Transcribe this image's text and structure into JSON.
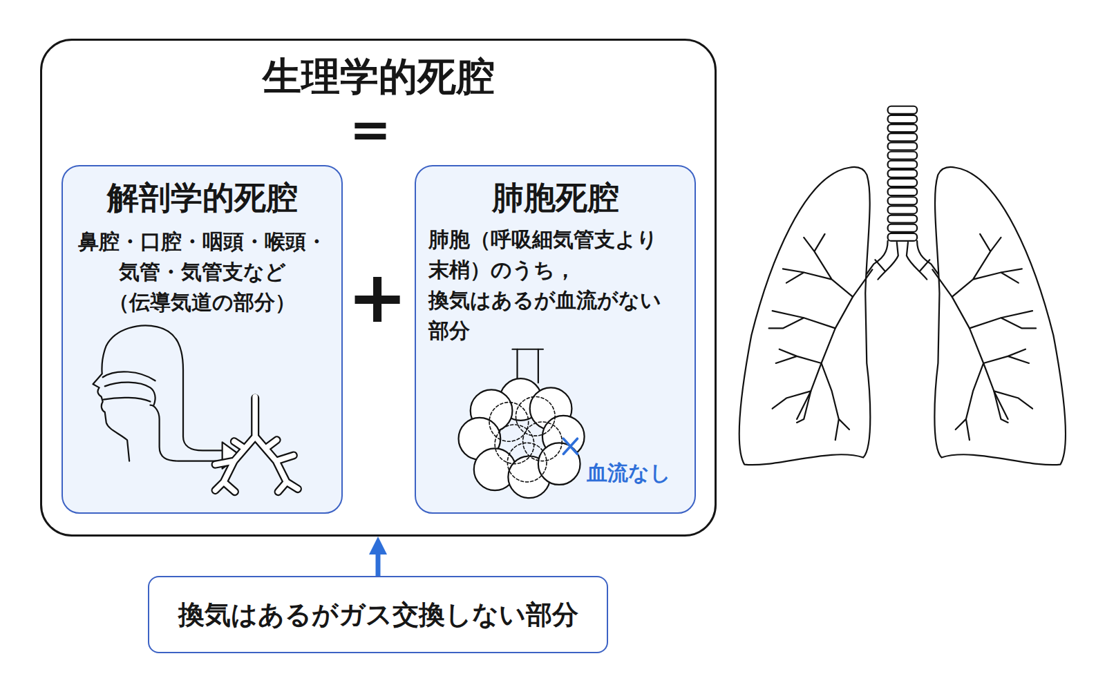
{
  "diagram": {
    "nodes": [
      {
        "text": [
          "生理学的死腔"
        ]
      },
      {
        "text": [
          "解剖学的死腔",
          "鼻腔・口腔・咽頭・喉頭・ 気管・気管支など （伝導気道の部分）"
        ],
        "in": 0
      },
      {
        "text": [
          "肺胞死腔",
          "肺胞（呼吸細気管支より 末梢）のうち， 換気はあるが血流がない 部分"
        ],
        "in": 0
      },
      {
        "text": [
          "換気はあるがガス交換しない部分"
        ]
      }
    ],
    "edges": [
      {
        "from": 3,
        "to": 0,
        "arrow": "to"
      }
    ],
    "labels": [
      "=",
      "+",
      "血流なし"
    ]
  }
}
